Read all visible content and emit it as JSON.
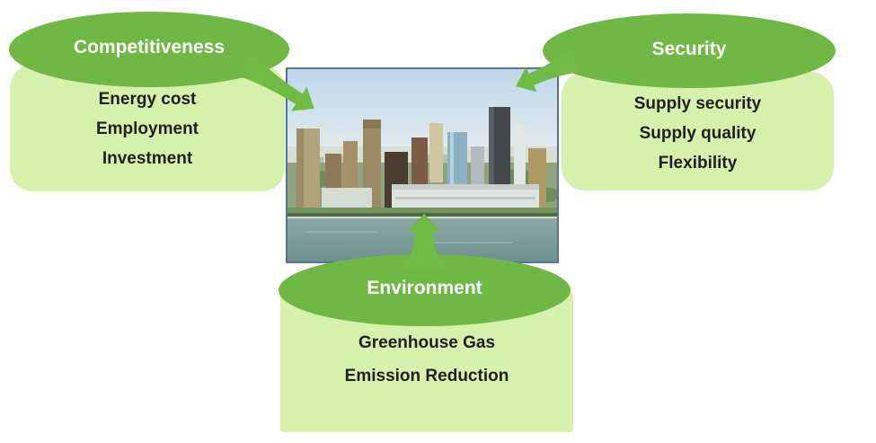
{
  "diagram": {
    "groups": [
      {
        "id": "competitiveness",
        "title": "Competitiveness",
        "items": [
          "Energy cost",
          "Employment",
          "Investment"
        ]
      },
      {
        "id": "security",
        "title": "Security",
        "items": [
          "Supply security",
          "Supply quality",
          "Flexibility"
        ]
      },
      {
        "id": "environment",
        "title": "Environment",
        "items": [
          "Greenhouse Gas",
          "Emission Reduction"
        ]
      }
    ],
    "center_image": {
      "description": "Aerial photo of a riverfront city skyline with water in the foreground"
    },
    "colors": {
      "ellipse_green": "#6FB845",
      "panel_green": "#D6F1AB",
      "arrow_green": "#70BB44",
      "title_text": "#FFFFFF",
      "item_text": "#1F1F1F",
      "photo_border": "#56749B"
    }
  }
}
